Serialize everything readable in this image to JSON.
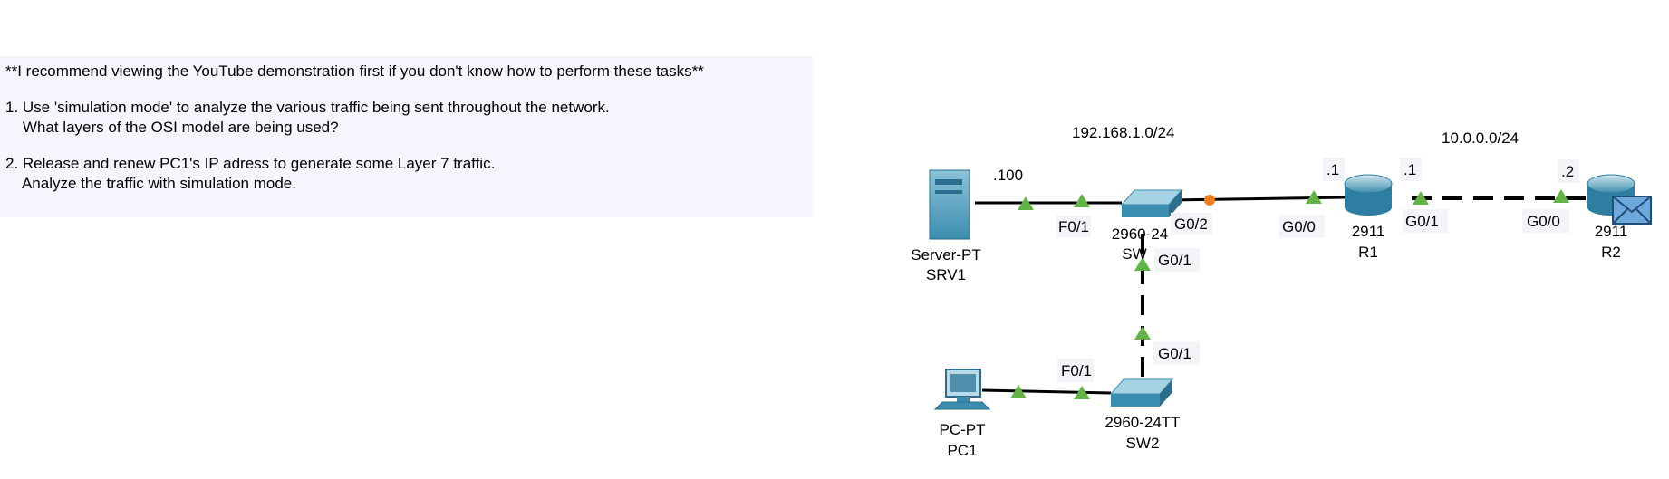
{
  "instructions": {
    "lines": [
      "**I recommend viewing the YouTube demonstration first if you don't know how to perform these tasks**",
      "1. Use 'simulation mode' to analyze the various traffic being sent throughout the network.",
      "    What layers of the OSI model are being used?",
      "2. Release and renew PC1's IP adress to generate some Layer 7 traffic.",
      "    Analyze the traffic with simulation mode."
    ]
  },
  "topology": {
    "networks": {
      "lan": "192.168.1.0/24",
      "wan": "10.0.0.0/24"
    },
    "devices": {
      "srv1": {
        "model": "Server-PT",
        "name": "SRV1",
        "ip_suffix": ".100"
      },
      "sw": {
        "model": "2960-24",
        "name": "SW"
      },
      "r1": {
        "model": "2911",
        "name": "R1"
      },
      "r2": {
        "model": "2911",
        "name": "R2"
      },
      "sw2": {
        "model": "2960-24TT",
        "name": "SW2"
      },
      "pc1": {
        "model": "PC-PT",
        "name": "PC1"
      }
    },
    "interfaces": {
      "sw_f01": "F0/1",
      "sw_g02": "G0/2",
      "sw_g01": "G0/1",
      "r1_g00": "G0/0",
      "r1_g00_ip": ".1",
      "r1_g01": "G0/1",
      "r1_g01_ip": ".1",
      "r2_g00": "G0/0",
      "r2_g00_ip": ".2",
      "sw2_f01": "F0/1",
      "sw2_g01": "G0/1"
    },
    "link_types": {
      "srv1_sw": "solid",
      "sw_r1": "solid",
      "r1_r2": "dashed",
      "sw_sw2": "dashed",
      "pc1_sw2": "solid"
    },
    "colors": {
      "link_up": "#62b446",
      "link_pending": "#f07d1e",
      "device_blue": "#3b8db0"
    }
  }
}
